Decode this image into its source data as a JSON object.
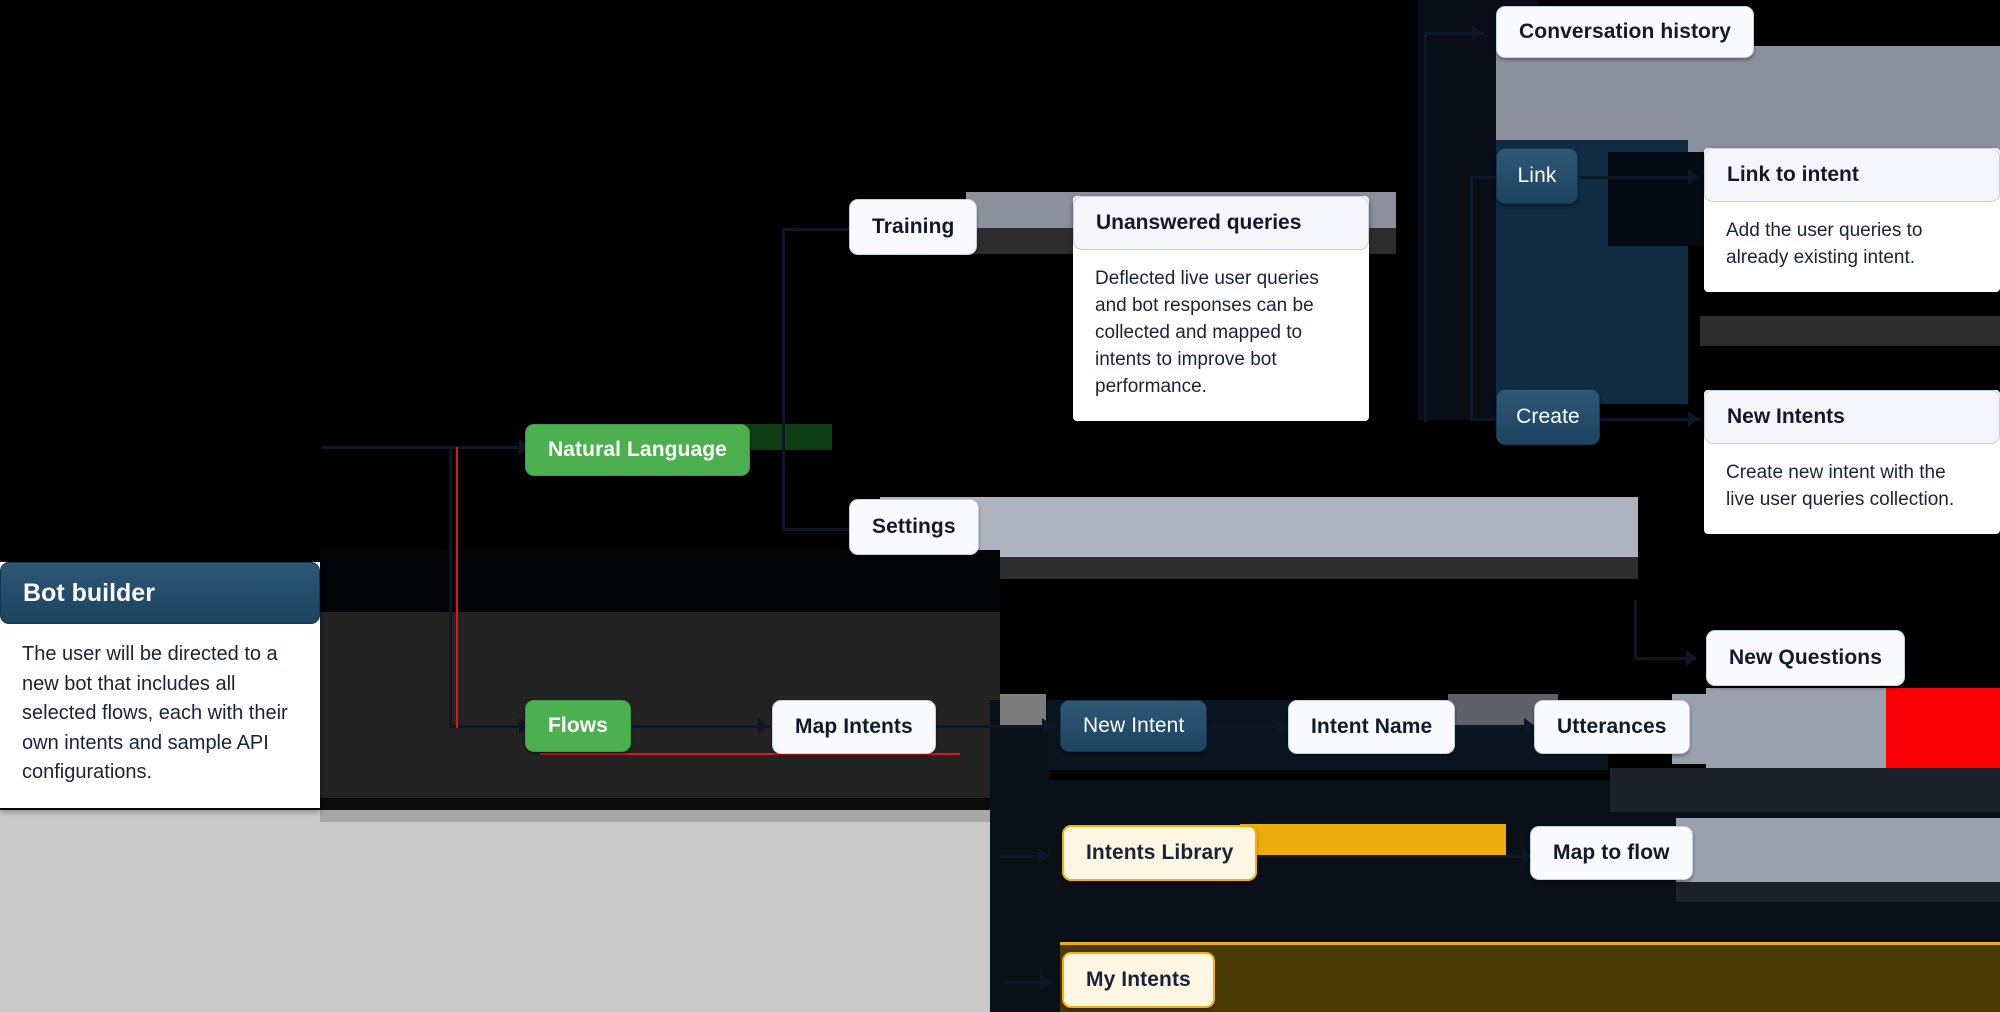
{
  "diagram": {
    "title": "Bot builder",
    "type": "flowchart",
    "background_color": "#000000",
    "accent_colors": {
      "navy": "#1d4461",
      "green": "#4caf50",
      "yellow": "#f0b30a",
      "red": "#e0141b",
      "white_card": "#f9fafd",
      "grey_plate": "#8b909c"
    }
  },
  "panels": [
    {
      "id": "bot-builder",
      "header": "Bot builder",
      "body": "The user will be directed to a new bot that includes all selected flows, each with their own intents and sample API configurations."
    },
    {
      "id": "unanswered-queries",
      "header": "Unanswered queries",
      "body": "Deflected live user queries and bot responses can be collected and mapped to intents to improve bot performance."
    },
    {
      "id": "link-to-intent",
      "header": "Link to intent",
      "body": "Add the user queries to already existing intent."
    },
    {
      "id": "new-intents",
      "header": "New Intents",
      "body": "Create new intent with the live user queries collection."
    }
  ],
  "nodes": [
    {
      "id": "conversation-history",
      "label": "Conversation history",
      "style": "white"
    },
    {
      "id": "link",
      "label": "Link",
      "style": "navy"
    },
    {
      "id": "create",
      "label": "Create",
      "style": "navy"
    },
    {
      "id": "training",
      "label": "Training",
      "style": "white"
    },
    {
      "id": "settings",
      "label": "Settings",
      "style": "white"
    },
    {
      "id": "natural-language",
      "label": "Natural Language",
      "style": "green"
    },
    {
      "id": "flows",
      "label": "Flows",
      "style": "green"
    },
    {
      "id": "map-intents",
      "label": "Map Intents",
      "style": "white"
    },
    {
      "id": "new-intent",
      "label": "New Intent",
      "style": "navy"
    },
    {
      "id": "intent-name",
      "label": "Intent Name",
      "style": "white"
    },
    {
      "id": "utterances",
      "label": "Utterances",
      "style": "white"
    },
    {
      "id": "new-questions",
      "label": "New Questions",
      "style": "white"
    },
    {
      "id": "intents-library",
      "label": "Intents Library",
      "style": "cream"
    },
    {
      "id": "map-to-flow",
      "label": "Map to flow",
      "style": "white"
    },
    {
      "id": "my-intents",
      "label": "My Intents",
      "style": "cream"
    }
  ]
}
